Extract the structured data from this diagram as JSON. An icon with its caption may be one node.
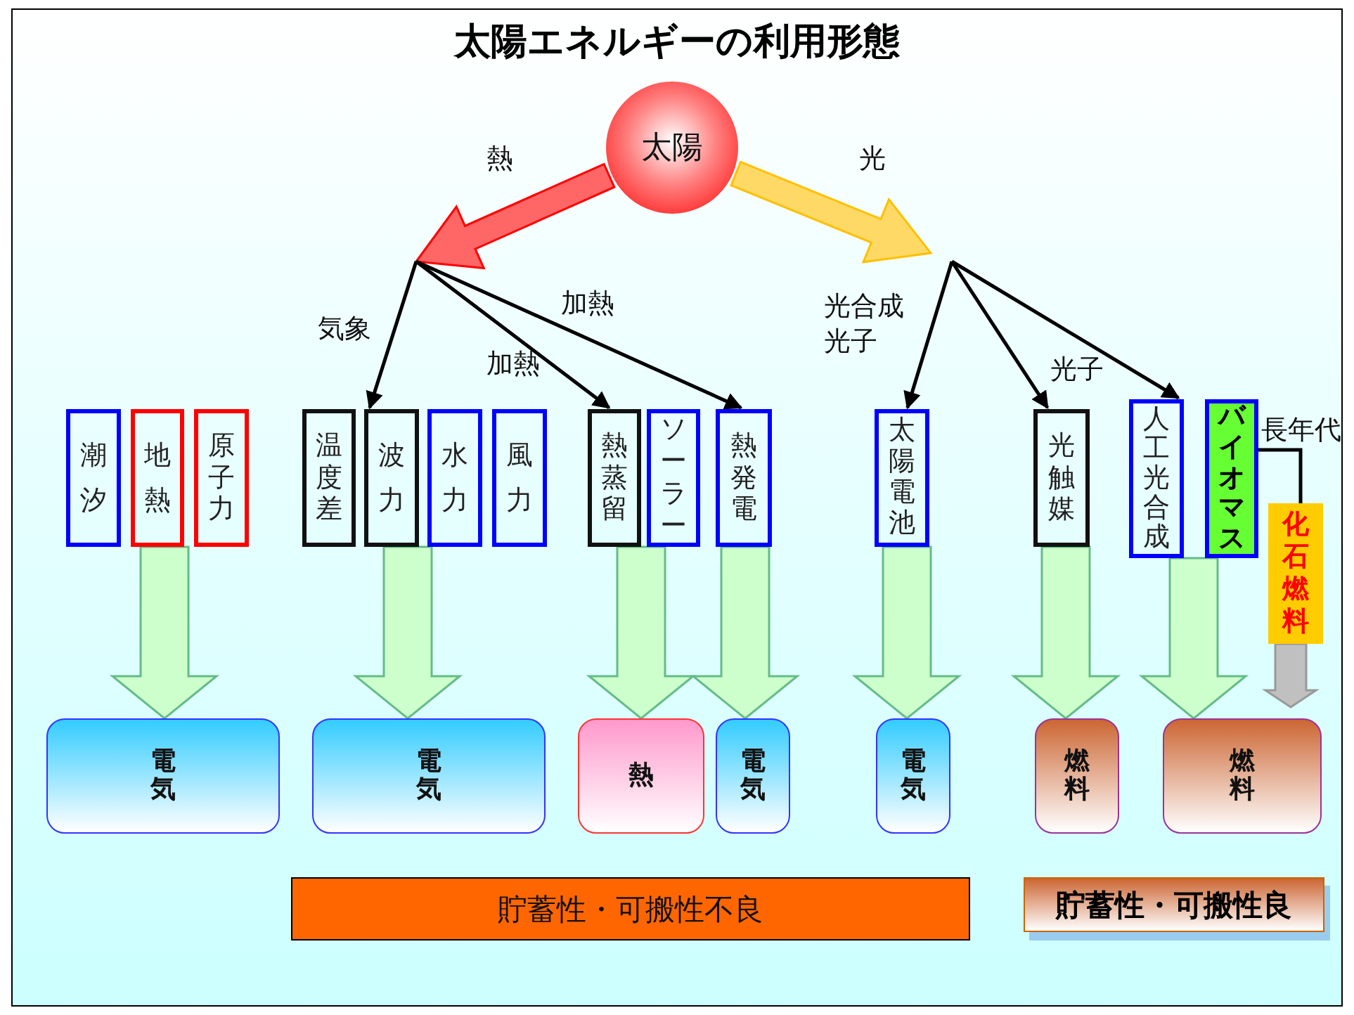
{
  "diagram": {
    "title": "太陽エネルギーの利用形態",
    "nodes": [
      {
        "text": [
          "太陽"
        ]
      },
      {
        "text": [
          "潮汐"
        ]
      },
      {
        "text": [
          "地熱"
        ]
      },
      {
        "text": [
          "原子力"
        ]
      },
      {
        "text": [
          "温度差"
        ]
      },
      {
        "text": [
          "波力"
        ]
      },
      {
        "text": [
          "水力"
        ]
      },
      {
        "text": [
          "風力"
        ]
      },
      {
        "text": [
          "熱蒸留"
        ]
      },
      {
        "text": [
          "ソーラー"
        ]
      },
      {
        "text": [
          "熱発電"
        ]
      },
      {
        "text": [
          "太陽電池"
        ]
      },
      {
        "text": [
          "光触媒"
        ]
      },
      {
        "text": [
          "人工光合成"
        ]
      },
      {
        "text": [
          "バイオマス"
        ]
      },
      {
        "text": [
          "化石燃料"
        ]
      },
      {
        "text": [
          "電気"
        ]
      },
      {
        "text": [
          "電気"
        ]
      },
      {
        "text": [
          "熱"
        ]
      },
      {
        "text": [
          "電気"
        ]
      },
      {
        "text": [
          "電気"
        ]
      },
      {
        "text": [
          "燃料"
        ]
      },
      {
        "text": [
          "燃料"
        ]
      },
      {
        "text": [
          "貯蓄性・可搬性不良"
        ]
      },
      {
        "text": [
          "貯蓄性・可搬性良"
        ]
      }
    ],
    "edges": [
      {
        "from": 0,
        "to": null,
        "arrow": "to",
        "label": "熱",
        "style": "thick",
        "color": "#ff6666"
      },
      {
        "from": 0,
        "to": null,
        "arrow": "to",
        "label": "光",
        "style": "thick",
        "color": "#ffd966"
      },
      {
        "from": null,
        "to": 5,
        "arrow": "to",
        "label": "気象"
      },
      {
        "from": null,
        "to": 8,
        "arrow": "to",
        "label": "加熱"
      },
      {
        "from": null,
        "to": 10,
        "arrow": "to",
        "label": "加熱"
      },
      {
        "from": null,
        "to": 11,
        "arrow": "to",
        "label": "光合成光子"
      },
      {
        "from": null,
        "to": 12,
        "arrow": "to",
        "label": "光子"
      },
      {
        "from": null,
        "to": 13,
        "arrow": "to"
      },
      {
        "from": 14,
        "to": 15,
        "arrow": "none",
        "label": "長年代"
      },
      {
        "from": 2,
        "to": 16,
        "arrow": "to",
        "style": "thick",
        "color": "#ccffcc"
      },
      {
        "from": 5,
        "to": 17,
        "arrow": "to",
        "style": "thick",
        "color": "#ccffcc"
      },
      {
        "from": 8,
        "to": 18,
        "arrow": "to",
        "style": "thick",
        "color": "#ccffcc"
      },
      {
        "from": 10,
        "to": 19,
        "arrow": "to",
        "style": "thick",
        "color": "#ccffcc"
      },
      {
        "from": 11,
        "to": 20,
        "arrow": "to",
        "style": "thick",
        "color": "#ccffcc"
      },
      {
        "from": 12,
        "to": 21,
        "arrow": "to",
        "style": "thick",
        "color": "#ccffcc"
      },
      {
        "from": 13,
        "to": 22,
        "arrow": "to",
        "style": "thick",
        "color": "#ccffcc"
      },
      {
        "from": 15,
        "to": 22,
        "arrow": "to",
        "style": "thick",
        "color": "#c0c0c0"
      }
    ]
  }
}
